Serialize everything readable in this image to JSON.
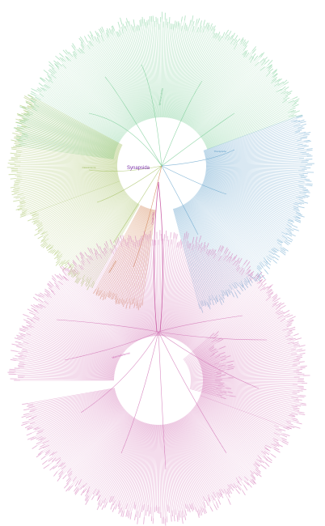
{
  "title": "Synapsida",
  "palette": {
    "green": "#7fcf9a",
    "blue": "#6fa9cf",
    "yellowgreen": "#a9c46a",
    "orange": "#d48a5e",
    "pink": "#d47ab8",
    "purple": "#7b2fa8"
  },
  "clades": [
    {
      "id": "upper-green",
      "label": "Sphenacodontia",
      "color": "#6fbf8a"
    },
    {
      "id": "blue",
      "label": "Therapsida",
      "color": "#5f9ec8"
    },
    {
      "id": "yellowgreen",
      "label": "Caseasauria",
      "color": "#9cb95c"
    },
    {
      "id": "orange",
      "label": "Varanopidae",
      "color": "#c97c4f"
    },
    {
      "id": "stem",
      "label": "Cynodontia",
      "color": "#c24a9a"
    },
    {
      "id": "pink",
      "label": "Mammaliaformes",
      "color": "#c95fae"
    }
  ],
  "credit": {
    "line1": "",
    "line2": ""
  }
}
